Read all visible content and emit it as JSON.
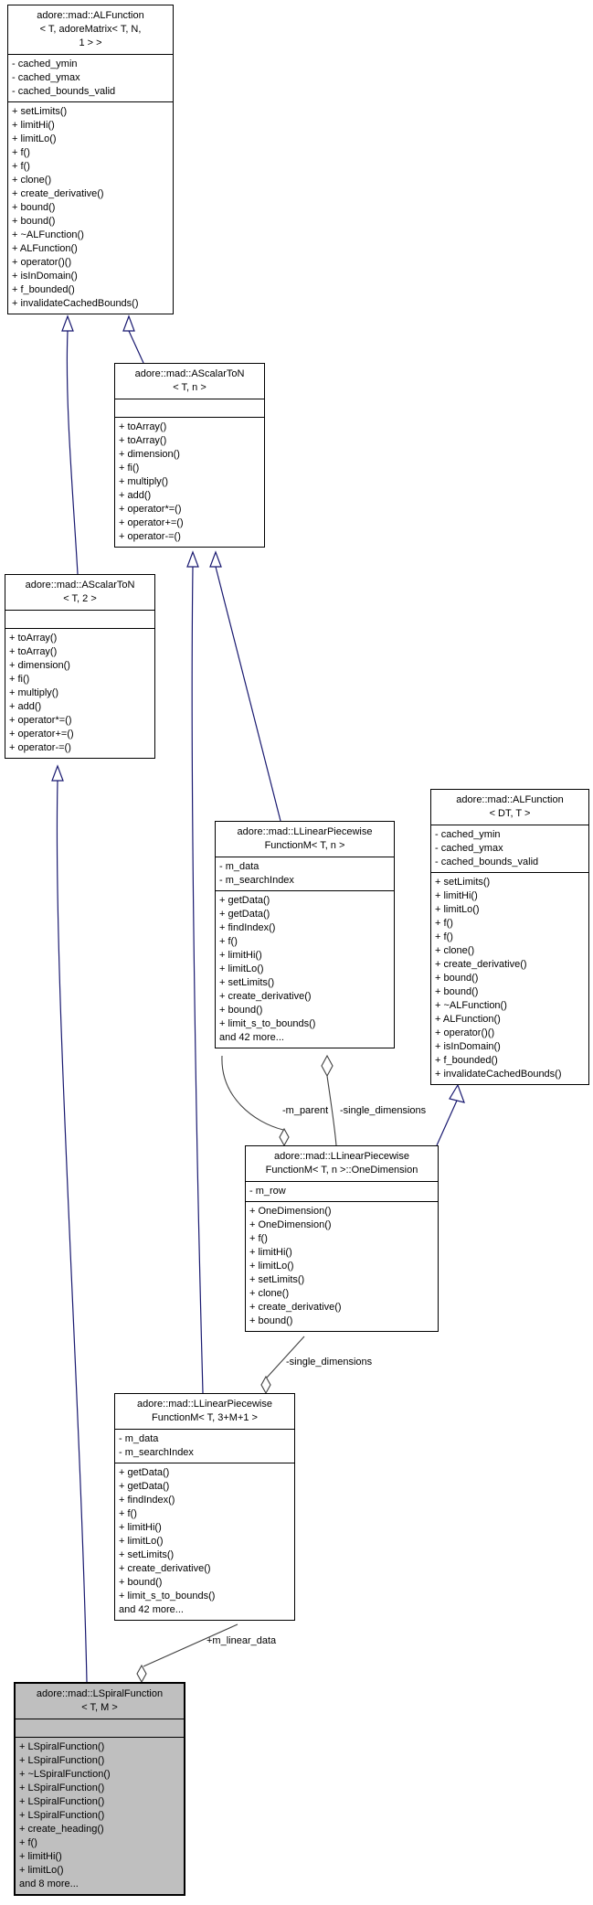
{
  "diagram": {
    "colors": {
      "inheritance_edge": "#191970",
      "aggregation_edge": "#404040",
      "node_fill": "#ffffff",
      "current_node_fill": "#bfbfbf",
      "border": "#000000"
    },
    "classes": {
      "alfunction_matrix": {
        "title": [
          "adore::mad::ALFunction",
          "< T, adoreMatrix< T, N,",
          "1 > >"
        ],
        "attrs": [
          "- cached_ymin",
          "- cached_ymax",
          "- cached_bounds_valid"
        ],
        "methods": [
          "+ setLimits()",
          "+ limitHi()",
          "+ limitLo()",
          "+ f()",
          "+ f()",
          "+ clone()",
          "+ create_derivative()",
          "+ bound()",
          "+ bound()",
          "+ ~ALFunction()",
          "+ ALFunction()",
          "+ operator()()",
          "+ isInDomain()",
          "+ f_bounded()",
          "+ invalidateCachedBounds()"
        ]
      },
      "ascalarton_n": {
        "title": [
          "adore::mad::AScalarToN",
          "< T, n >"
        ],
        "attrs": [],
        "methods": [
          "+ toArray()",
          "+ toArray()",
          "+ dimension()",
          "+ fi()",
          "+ multiply()",
          "+ add()",
          "+ operator*=()",
          "+ operator+=()",
          "+ operator-=()"
        ]
      },
      "ascalarton_2": {
        "title": [
          "adore::mad::AScalarToN",
          "< T, 2 >"
        ],
        "attrs": [],
        "methods": [
          "+ toArray()",
          "+ toArray()",
          "+ dimension()",
          "+ fi()",
          "+ multiply()",
          "+ add()",
          "+ operator*=()",
          "+ operator+=()",
          "+ operator-=()"
        ]
      },
      "llpfm_n": {
        "title": [
          "adore::mad::LLinearPiecewise",
          "FunctionM< T, n >"
        ],
        "attrs": [
          "- m_data",
          "- m_searchIndex"
        ],
        "methods": [
          "+ getData()",
          "+ getData()",
          "+ findIndex()",
          "+ f()",
          "+ limitHi()",
          "+ limitLo()",
          "+ setLimits()",
          "+ create_derivative()",
          "+ bound()",
          "+ limit_s_to_bounds()",
          "and 42 more..."
        ]
      },
      "alfunction_dt": {
        "title": [
          "adore::mad::ALFunction",
          "< DT, T >"
        ],
        "attrs": [
          "- cached_ymin",
          "- cached_ymax",
          "- cached_bounds_valid"
        ],
        "methods": [
          "+ setLimits()",
          "+ limitHi()",
          "+ limitLo()",
          "+ f()",
          "+ f()",
          "+ clone()",
          "+ create_derivative()",
          "+ bound()",
          "+ bound()",
          "+ ~ALFunction()",
          "+ ALFunction()",
          "+ operator()()",
          "+ isInDomain()",
          "+ f_bounded()",
          "+ invalidateCachedBounds()"
        ]
      },
      "onedimension": {
        "title": [
          "adore::mad::LLinearPiecewise",
          "FunctionM< T, n >::OneDimension"
        ],
        "attrs": [
          "- m_row"
        ],
        "methods": [
          "+ OneDimension()",
          "+ OneDimension()",
          "+ f()",
          "+ limitHi()",
          "+ limitLo()",
          "+ setLimits()",
          "+ clone()",
          "+ create_derivative()",
          "+ bound()"
        ]
      },
      "llpfm_3m1": {
        "title": [
          "adore::mad::LLinearPiecewise",
          "FunctionM< T, 3+M+1 >"
        ],
        "attrs": [
          "- m_data",
          "- m_searchIndex"
        ],
        "methods": [
          "+ getData()",
          "+ getData()",
          "+ findIndex()",
          "+ f()",
          "+ limitHi()",
          "+ limitLo()",
          "+ setLimits()",
          "+ create_derivative()",
          "+ bound()",
          "+ limit_s_to_bounds()",
          "and 42 more..."
        ]
      },
      "lspiralfunction": {
        "title": [
          "adore::mad::LSpiralFunction",
          "< T, M >"
        ],
        "attrs": [],
        "methods": [
          "+ LSpiralFunction()",
          "+ LSpiralFunction()",
          "+ ~LSpiralFunction()",
          "+ LSpiralFunction()",
          "+ LSpiralFunction()",
          "+ LSpiralFunction()",
          "+ create_heading()",
          "+ f()",
          "+ limitHi()",
          "+ limitLo()",
          "and 8 more..."
        ]
      }
    },
    "edge_labels": {
      "m_parent": "-m_parent",
      "single_dimensions_upper": "-single_dimensions",
      "single_dimensions_lower": "-single_dimensions",
      "m_linear_data": "+m_linear_data"
    }
  }
}
